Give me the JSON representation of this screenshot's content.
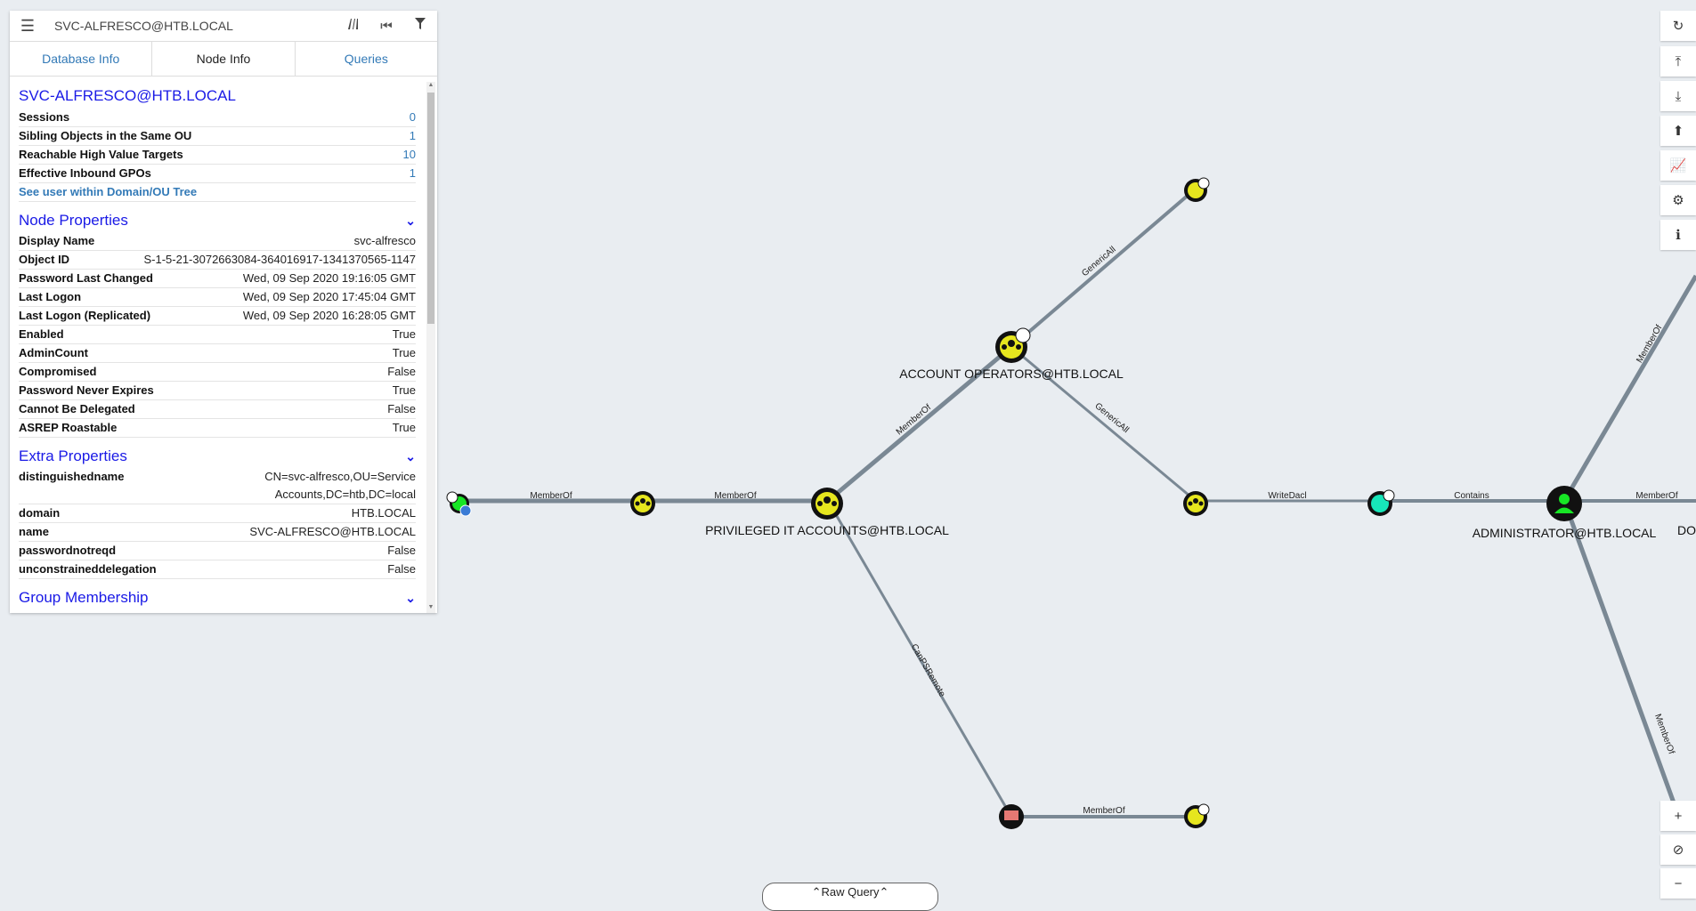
{
  "search": {
    "value": "SVC-ALFRESCO@HTB.LOCAL"
  },
  "icons": {
    "menu": "☰",
    "pathfind": "path-icon",
    "back": "⏮",
    "filter": "filter-icon"
  },
  "tabs": [
    {
      "label": "Database Info"
    },
    {
      "label": "Node Info"
    },
    {
      "label": "Queries"
    }
  ],
  "node": {
    "title": "SVC-ALFRESCO@HTB.LOCAL",
    "stats": [
      {
        "key": "Sessions",
        "value": "0"
      },
      {
        "key": "Sibling Objects in the Same OU",
        "value": "1"
      },
      {
        "key": "Reachable High Value Targets",
        "value": "10"
      },
      {
        "key": "Effective Inbound GPOs",
        "value": "1"
      }
    ],
    "tree_link": "See user within Domain/OU Tree"
  },
  "node_properties": {
    "heading": "Node Properties",
    "rows": [
      {
        "key": "Display Name",
        "value": "svc-alfresco"
      },
      {
        "key": "Object ID",
        "value": "S-1-5-21-3072663084-364016917-1341370565-1147"
      },
      {
        "key": "Password Last Changed",
        "value": "Wed, 09 Sep 2020 19:16:05 GMT"
      },
      {
        "key": "Last Logon",
        "value": "Wed, 09 Sep 2020 17:45:04 GMT"
      },
      {
        "key": "Last Logon (Replicated)",
        "value": "Wed, 09 Sep 2020 16:28:05 GMT"
      },
      {
        "key": "Enabled",
        "value": "True"
      },
      {
        "key": "AdminCount",
        "value": "True"
      },
      {
        "key": "Compromised",
        "value": "False"
      },
      {
        "key": "Password Never Expires",
        "value": "True"
      },
      {
        "key": "Cannot Be Delegated",
        "value": "False"
      },
      {
        "key": "ASREP Roastable",
        "value": "True"
      }
    ]
  },
  "extra_properties": {
    "heading": "Extra Properties",
    "rows": [
      {
        "key": "distinguishedname",
        "value": "CN=svc-alfresco,OU=Service Accounts,DC=htb,DC=local"
      },
      {
        "key": "domain",
        "value": "HTB.LOCAL"
      },
      {
        "key": "name",
        "value": "SVC-ALFRESCO@HTB.LOCAL"
      },
      {
        "key": "passwordnotreqd",
        "value": "False"
      },
      {
        "key": "unconstraineddelegation",
        "value": "False"
      }
    ]
  },
  "group_membership": {
    "heading": "Group Membership"
  },
  "graph": {
    "labels": {
      "account_operators": "ACCOUNT OPERATORS@HTB.LOCAL",
      "privileged_it": "PRIVILEGED IT ACCOUNTS@HTB.LOCAL",
      "administrator": "ADMINISTRATOR@HTB.LOCAL",
      "domain_cut": "DOMA"
    },
    "edges": {
      "memberof": "MemberOf",
      "genericall": "GenericAll",
      "writedacl": "WriteDacl",
      "contains": "Contains",
      "canpsremote": "CanPSRemote"
    },
    "colors": {
      "group": "#e6e61e",
      "user": "#17e625",
      "computer": "#e67873",
      "domain": "#17e6b9",
      "edge": "#7a8894"
    }
  },
  "raw_query": {
    "label": "Raw Query"
  }
}
